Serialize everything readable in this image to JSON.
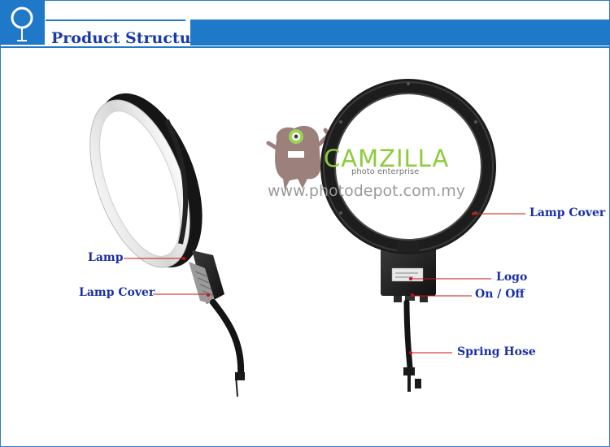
{
  "header": {
    "title": "Product Structure",
    "icon": "ring-light-icon",
    "accent": "#1f78c8"
  },
  "watermark": {
    "brand": "CAMZILLA",
    "tagline": "photo enterprise",
    "url": "www.photodepot.com.my",
    "mascot_icon": "monster-mascot-icon"
  },
  "labels": {
    "lamp": "Lamp",
    "lamp_cover_side": "Lamp Cover",
    "lamp_cover_front": "Lamp Cover",
    "logo": "Logo",
    "on_off": "On / Off",
    "spring_hose": "Spring Hose"
  }
}
